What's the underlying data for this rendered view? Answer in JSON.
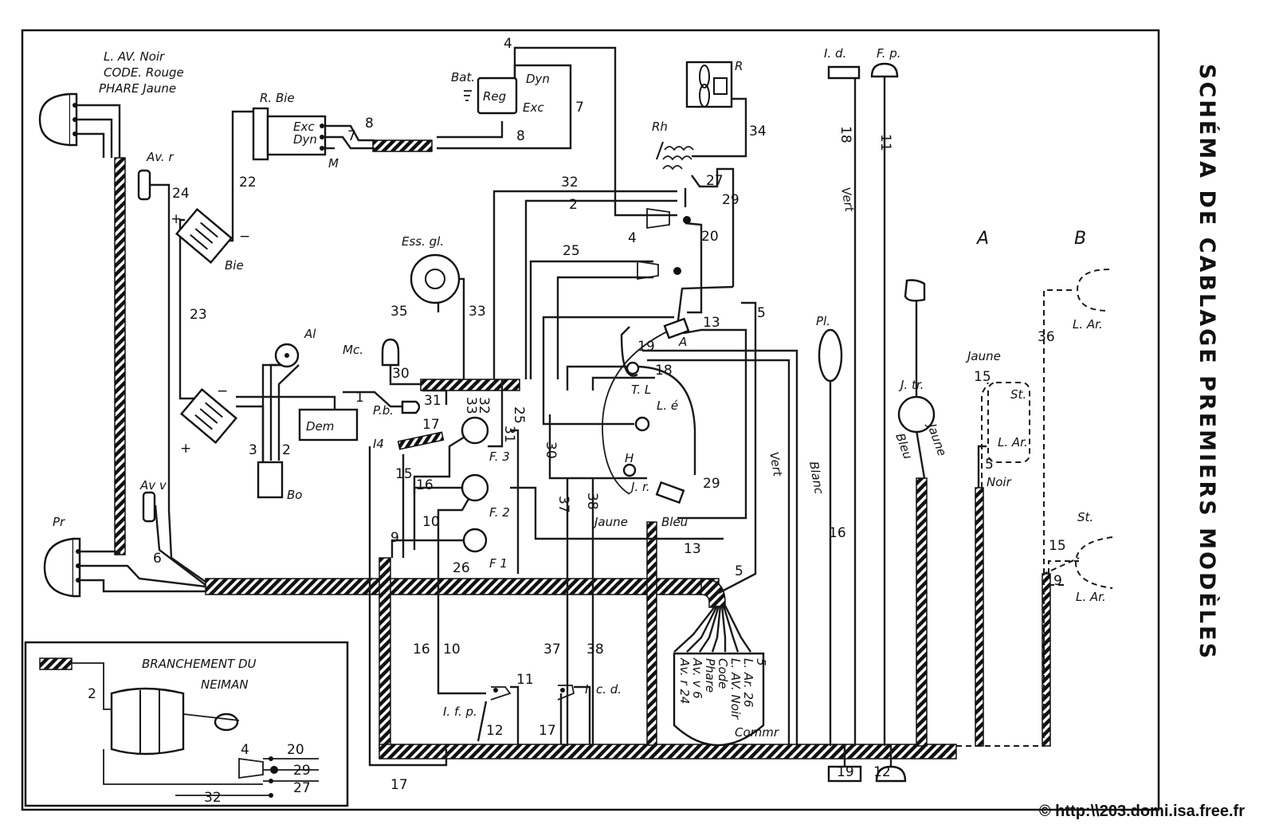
{
  "title": "SCHÉMA  DE  CABLAGE  PREMIERS  MODÈLES",
  "copyright": "© http:\\\\203.domi.isa.free.fr",
  "legend_headlamp": [
    "L. AV. Noir",
    "CODE. Rouge",
    "PHARE Jaune"
  ],
  "inset": {
    "title_line1": "BRANCHEMENT DU",
    "title_line2": "NEIMAN",
    "wire_numbers": [
      "2",
      "4",
      "20",
      "29",
      "27",
      "32"
    ]
  },
  "components": {
    "reg": "Reg",
    "bat": "Bat.",
    "dyn": "Dyn",
    "exc": "Exc",
    "r_bie": "R. Bie",
    "exc2": "Exc",
    "dyn2": "Dyn",
    "m": "M",
    "av_r": "Av. r",
    "av_v": "Av v",
    "bie": "Bie",
    "ess_gl": "Ess. gl.",
    "al": "Al",
    "mc": "Mc.",
    "dem": "Dem",
    "pb": "P.b.",
    "bo": "Bo",
    "pr": "Pr",
    "i4": "I4",
    "f3": "F. 3",
    "f2": "F. 2",
    "f1": "F 1",
    "rh": "Rh",
    "r": "R",
    "a": "A",
    "tl": "T. L",
    "le": "L. é",
    "h": "H",
    "jr": "J. r.",
    "id": "I. d.",
    "fp": "F. p.",
    "pl": "Pl.",
    "jtr": "J. tr.",
    "ifp": "I. f. p.",
    "icd": "I. c. d.",
    "comm": "Commr"
  },
  "colors_labels": {
    "jaune": "Jaune",
    "bleu": "Bleu",
    "vert": "Vert",
    "blanc": "Blanc",
    "noir": "Noir",
    "bleu_v": "Bleu",
    "jaune_v": "Jaune",
    "vert_v": "Vert",
    "vert_v2": "Vert"
  },
  "variants": {
    "a": "A",
    "b": "B",
    "lar_a": "L. Ar.",
    "st_a": "St.",
    "lar_a2": "L. Ar.",
    "jaune_a": "Jaune",
    "noir_a": "Noir",
    "st_b": "St.",
    "lar_b": "L. Ar."
  },
  "commutator_labels": [
    "5",
    "L. Ar. 26",
    "L. AV. Noir",
    "Code",
    "Phare",
    "Av. v 6",
    "Av. r 24"
  ],
  "wire_numbers": {
    "n4_top": "4",
    "n7": "7",
    "n8a": "8",
    "n8b": "8",
    "n7b": "7",
    "n22": "22",
    "n24": "24",
    "n23": "23",
    "n32": "32",
    "n2": "2",
    "n4": "4",
    "n25": "25",
    "n20": "20",
    "n27": "27",
    "n29": "29",
    "n34": "34",
    "n35": "35",
    "n33": "33",
    "n30": "30",
    "n1": "1",
    "n31": "31",
    "n33b": "33",
    "n32b": "32",
    "n25b": "25",
    "n31b": "31",
    "n3": "3",
    "n2b": "2",
    "n17": "17",
    "n15": "15",
    "n16": "16",
    "n10": "10",
    "n9": "9",
    "n26": "26",
    "n30b": "30",
    "n37": "37",
    "n38": "38",
    "n19": "19",
    "n18": "18",
    "n13": "13",
    "n5": "5",
    "n29b": "29",
    "n13b": "13",
    "n5b": "5",
    "n6": "6",
    "n18v": "18",
    "n11v": "11",
    "n16v": "16",
    "n16b": "16",
    "n10b": "10",
    "n37b": "37",
    "n38b": "38",
    "n11": "11",
    "n12": "12",
    "n17b": "17",
    "n17c": "17",
    "n19b": "19",
    "n12b": "12",
    "n36": "36",
    "n15a": "15",
    "n5a": "5",
    "n15b": "15",
    "n9b": "9"
  }
}
